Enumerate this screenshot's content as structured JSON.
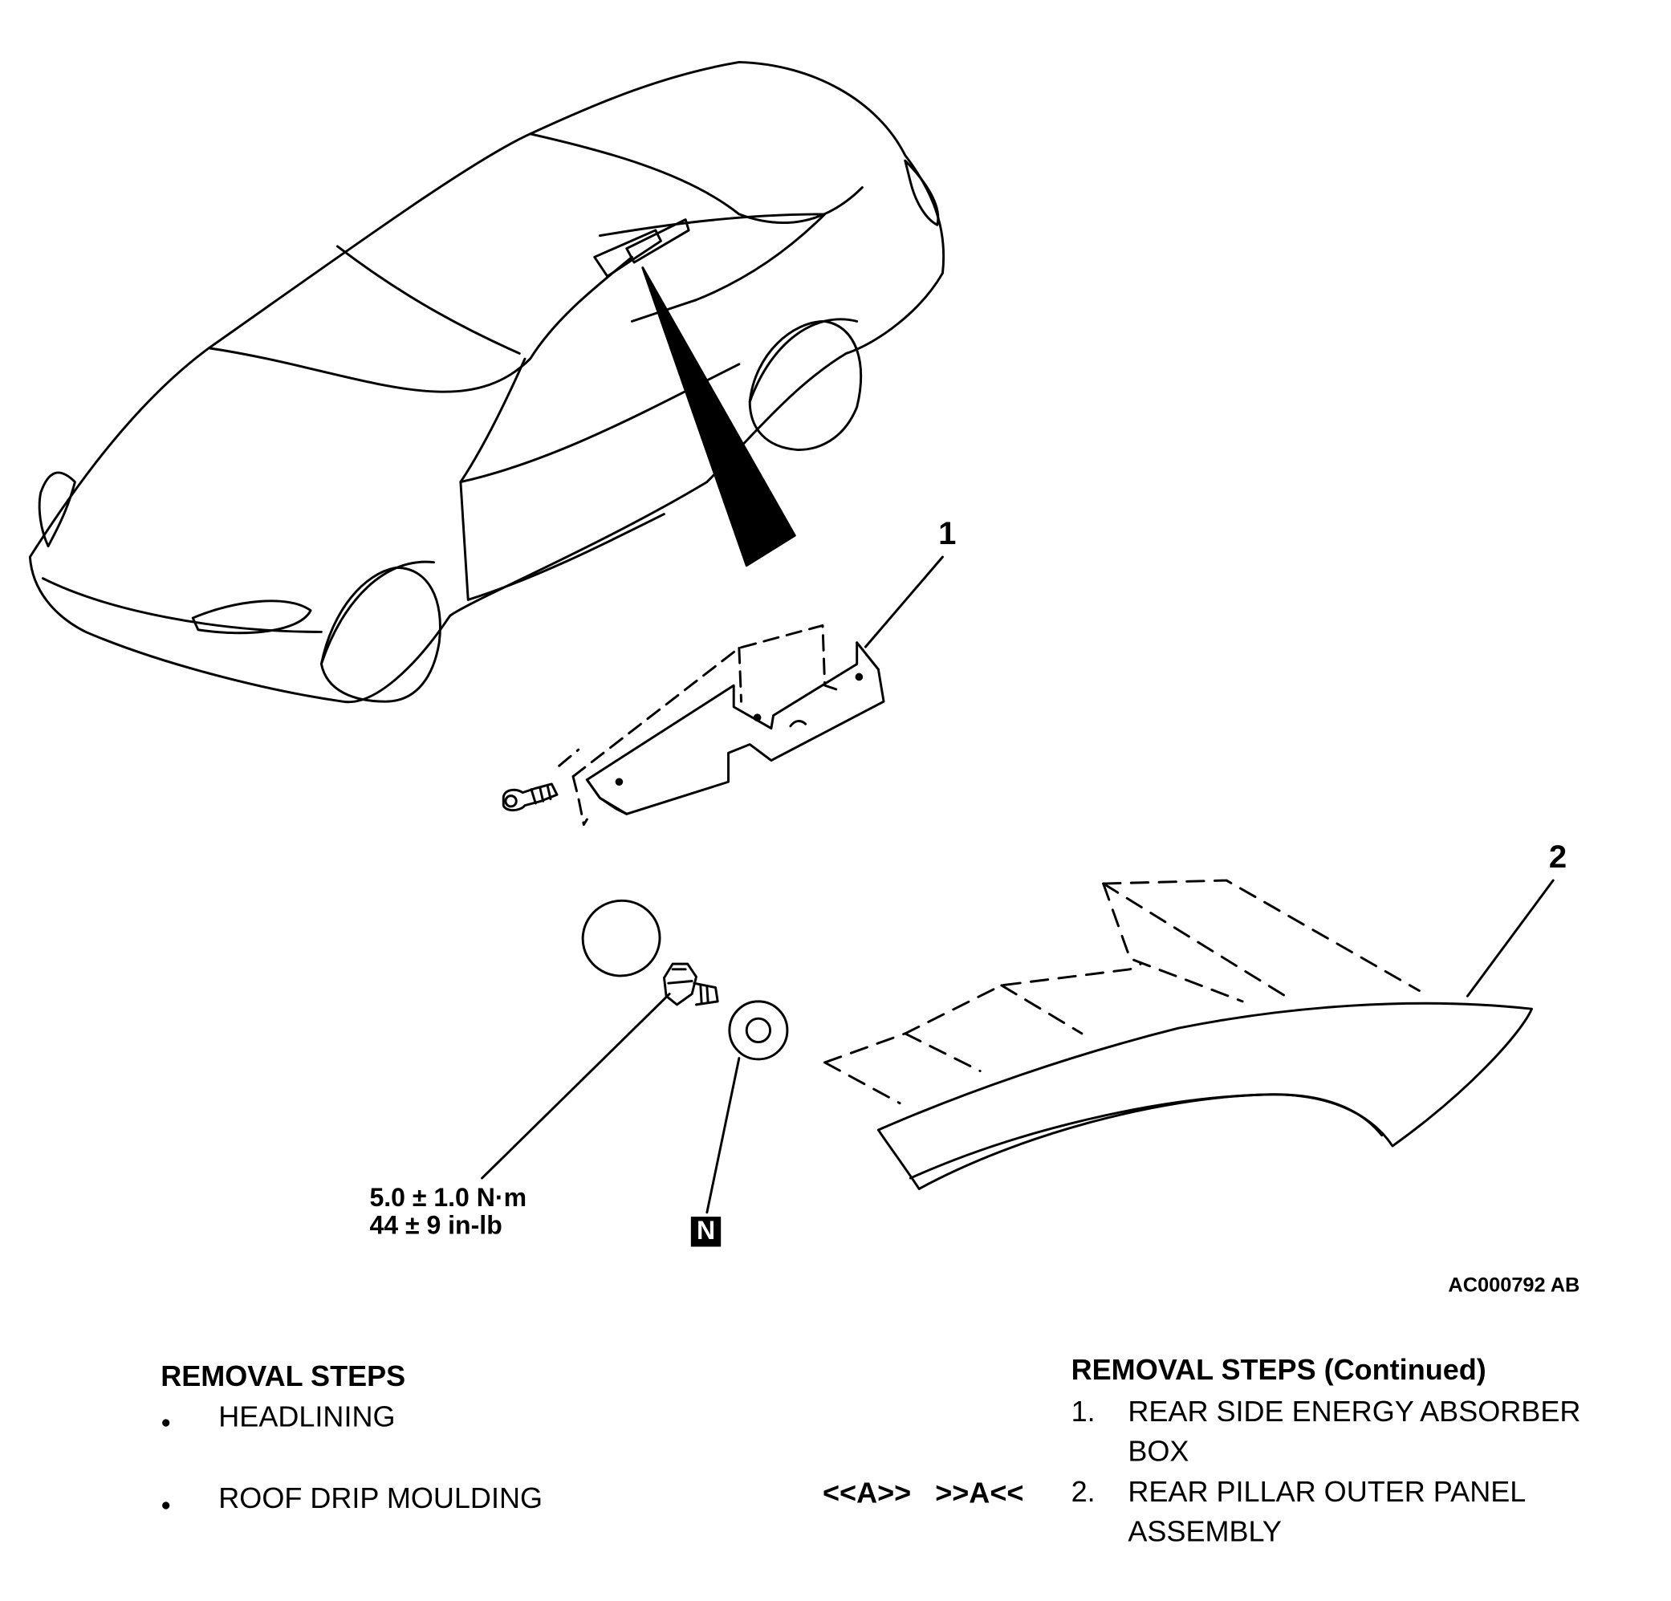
{
  "callouts": {
    "part1": "1",
    "part2": "2",
    "torque_metric": "5.0 ± 1.0 N·m",
    "torque_imperial": "44 ± 9 in-lb",
    "new_part_symbol": "N"
  },
  "figure_code": "AC000792 AB",
  "removal_steps": {
    "heading": "REMOVAL STEPS",
    "bullet_symbol": "●",
    "items": [
      "HEADLINING",
      "ROOF DRIP MOULDING"
    ]
  },
  "removal_steps_continued": {
    "heading": "REMOVAL STEPS (Continued)",
    "service_marks": "<<A>>   >>A<<",
    "items": [
      {
        "number": "1.",
        "line1": "REAR SIDE ENERGY ABSORBER",
        "line2": "BOX"
      },
      {
        "number": "2.",
        "line1": "REAR PILLAR OUTER PANEL",
        "line2": "ASSEMBLY"
      }
    ]
  },
  "colors": {
    "ink": "#000000",
    "paper": "#ffffff"
  }
}
